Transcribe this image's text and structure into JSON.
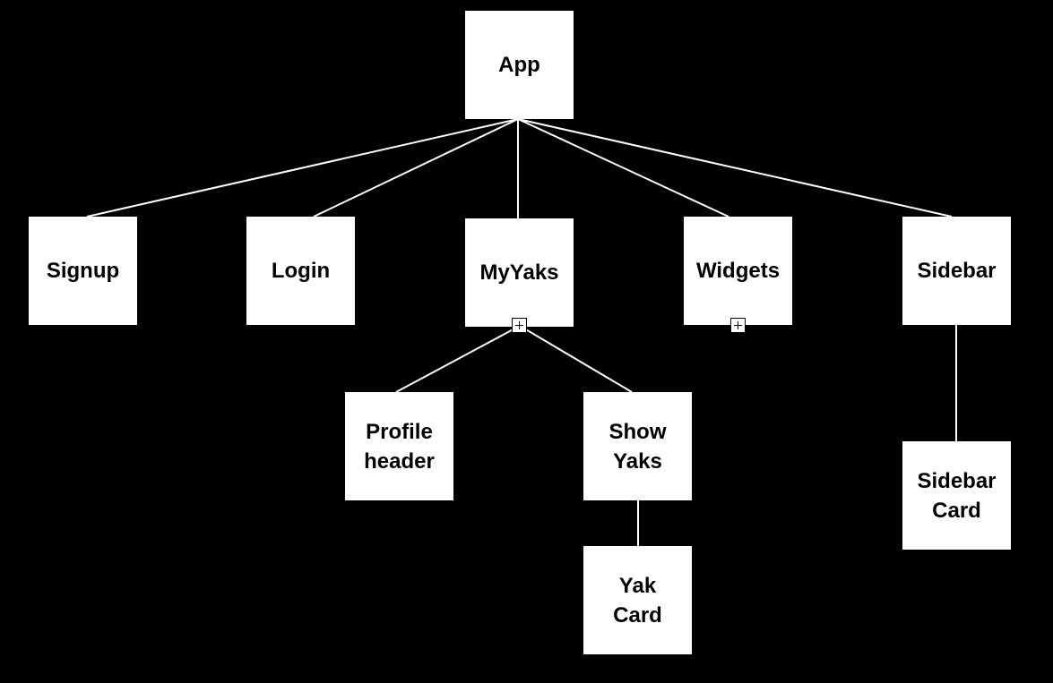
{
  "diagram": {
    "background_color": "#000000",
    "node_fill": "#ffffff",
    "edge_color": "#ffffff",
    "nodes": {
      "app": "App",
      "signup": "Signup",
      "login": "Login",
      "myyaks": "MyYaks",
      "widgets": "Widgets",
      "sidebar": "Sidebar",
      "profile_header": "Profile\nheader",
      "show_yaks": "Show\nYaks",
      "yak_card": "Yak\nCard",
      "sidebar_card": "Sidebar\nCard"
    },
    "edges": [
      [
        "app",
        "signup"
      ],
      [
        "app",
        "login"
      ],
      [
        "app",
        "myyaks"
      ],
      [
        "app",
        "widgets"
      ],
      [
        "app",
        "sidebar"
      ],
      [
        "myyaks",
        "profile_header"
      ],
      [
        "myyaks",
        "show_yaks"
      ],
      [
        "show_yaks",
        "yak_card"
      ],
      [
        "sidebar",
        "sidebar_card"
      ]
    ],
    "expander_icons": [
      "plus-icon",
      "plus-icon"
    ]
  }
}
